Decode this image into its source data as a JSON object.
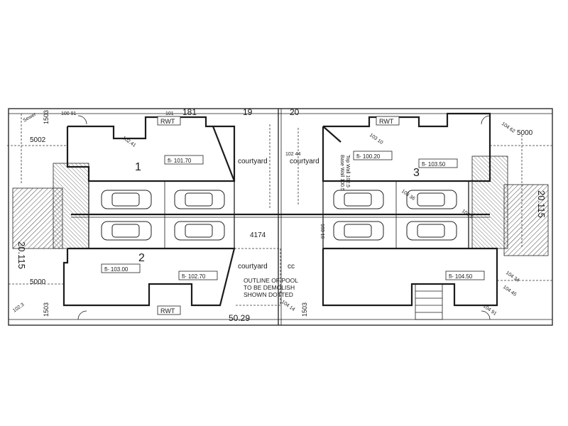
{
  "labels": {
    "unit_1": "1",
    "unit_2": "2",
    "unit_3": "3",
    "courtyard": "courtyard",
    "courtyard_cut": "cc",
    "fl_1": "fl- 101.70",
    "fl_1b": "fl- 100.20",
    "fl_2": "fl- 103.00",
    "fl_2b": "fl- 102.70",
    "fl_3": "fl- 103.50",
    "fl_3b": "fl- 104.50",
    "dim_5002": "5002",
    "dim_5000_left": "5000",
    "dim_5000_right": "5000",
    "dim_1503_a": "1503",
    "dim_1503_b": "1503",
    "dim_1503_c": "1503",
    "dim_4174": "4174",
    "dim_5029": "50.29",
    "dim_20115_left": "20.115",
    "dim_20115_right": "20.115",
    "lot_181": "181",
    "lot_19": "19",
    "lot_20": "20",
    "rwt_1": "RWT",
    "rwt_2": "RWT",
    "rwt_3": "RWT",
    "sewer": "Sewer",
    "pool_1": "OUTLINE OF POOL",
    "pool_2": "TO BE DEMOLISH",
    "pool_3": "SHOWN DOTTED",
    "wall_1": "Top Wall 102.5",
    "wall_2": "Base Wall 100.5",
    "lvl_101": "101",
    "lvl_10241": "102.41",
    "lvl_10244": "102 44",
    "lvl_10310": "103 10",
    "lvl_10462": "104 62",
    "lvl_10336": "103 36",
    "lvl_10516": "103 16",
    "lvl_10445": "104 45",
    "lvl_10434": "104 34",
    "lvl_10414": "104 14",
    "lvl_10223": "102.3",
    "lvl_10491": "104 91",
    "lvl_1045": "104 5",
    "lvl_10091": "100 91"
  }
}
